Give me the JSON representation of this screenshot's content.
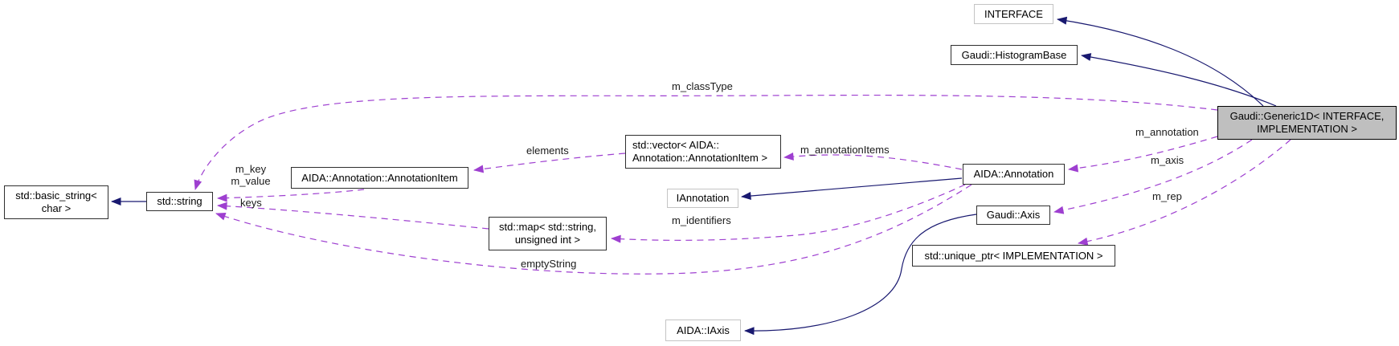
{
  "nodes": {
    "interface": {
      "label": "INTERFACE"
    },
    "histogram_base": {
      "label": "Gaudi::HistogramBase"
    },
    "generic1d": {
      "line1": "Gaudi::Generic1D< INTERFACE,",
      "line2": "IMPLEMENTATION >"
    },
    "basic_string": {
      "line1": "std::basic_string<",
      "line2": "char >"
    },
    "string": {
      "label": "std::string"
    },
    "annotation_item": {
      "label": "AIDA::Annotation::AnnotationItem"
    },
    "vector_annotation_item": {
      "line1": "std::vector< AIDA::",
      "line2": "Annotation::AnnotationItem >"
    },
    "iannotation": {
      "label": "IAnnotation"
    },
    "annotation": {
      "label": "AIDA::Annotation"
    },
    "map_string_uint": {
      "line1": "std::map< std::string,",
      "line2": "unsigned int >"
    },
    "axis": {
      "label": "Gaudi::Axis"
    },
    "unique_ptr": {
      "label": "std::unique_ptr< IMPLEMENTATION >"
    },
    "iaxis": {
      "label": "AIDA::IAxis"
    }
  },
  "edge_labels": {
    "m_classType": "m_classType",
    "elements": "elements",
    "m_annotationItems": "m_annotationItems",
    "m_annotation": "m_annotation",
    "m_axis": "m_axis",
    "m_rep": "m_rep",
    "m_key": "m_key",
    "m_value": "m_value",
    "keys": "keys",
    "m_identifiers": "m_identifiers",
    "emptyString": "emptyString"
  },
  "colors": {
    "inheritance_edge": "#191970",
    "usage_edge": "#9e3fd0",
    "node_border": "#2f2f2f",
    "external_node_border": "#c4c4c4",
    "highlight_node_fill": "#bfbfbf",
    "background": "#ffffff"
  }
}
